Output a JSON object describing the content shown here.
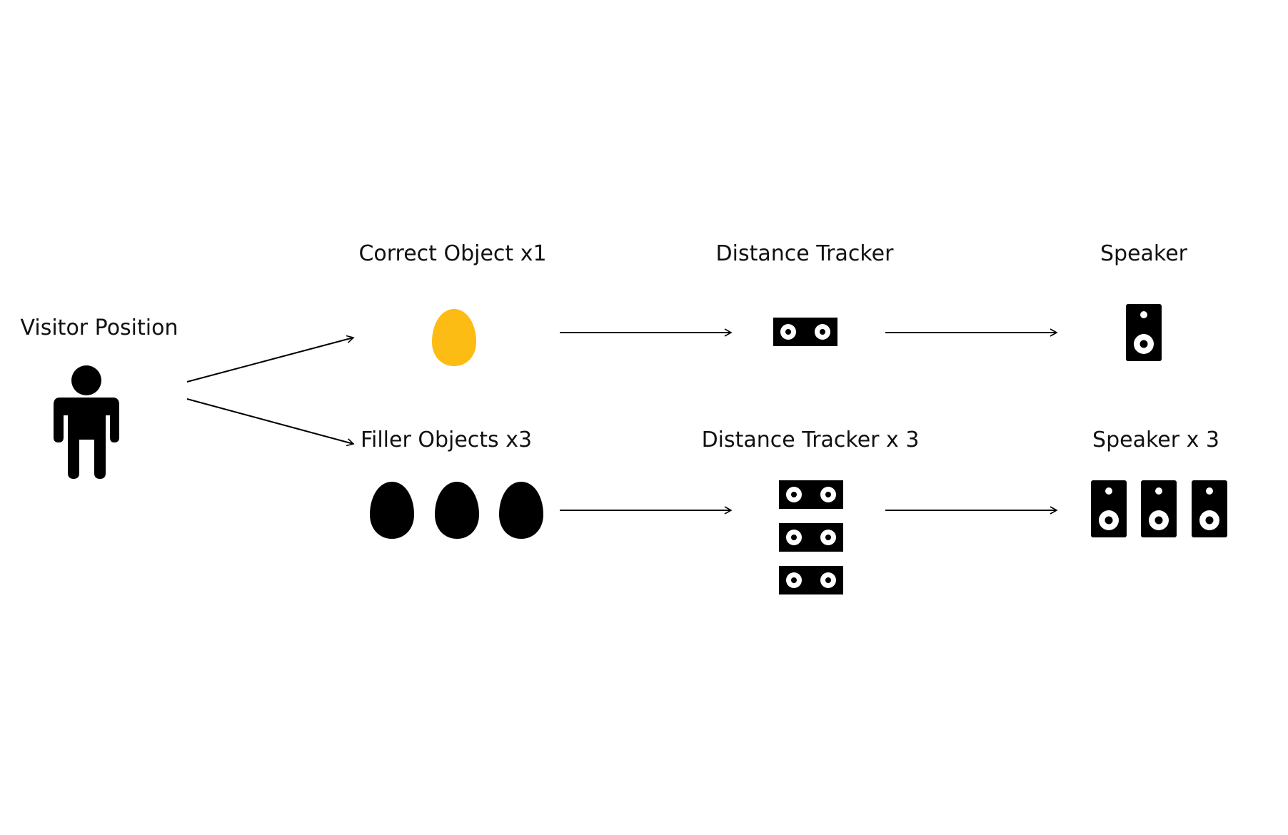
{
  "labels": {
    "visitor": "Visitor Position",
    "correct_object": "Correct Object x1",
    "filler_objects": "Filler Objects x3",
    "distance_tracker": "Distance Tracker",
    "distance_tracker_x3": "Distance Tracker x 3",
    "speaker": "Speaker",
    "speaker_x3": "Speaker x 3"
  },
  "icons": {
    "visitor": "person-icon",
    "object": "egg-icon",
    "tracker": "distance-tracker-icon",
    "speaker": "speaker-icon"
  },
  "colors": {
    "correct_object": "#FCBC14",
    "ink": "#000000",
    "text": "#111111",
    "background": "#FFFFFF"
  }
}
